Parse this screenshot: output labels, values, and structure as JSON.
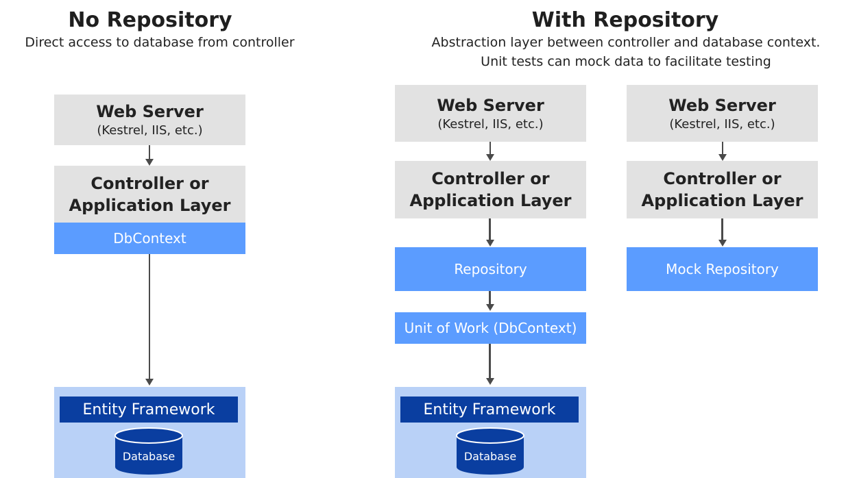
{
  "left": {
    "title": "No Repository",
    "subtitle": "Direct access to database from controller",
    "web_server": {
      "title": "Web Server",
      "subtitle": "(Kestrel, IIS, etc.)"
    },
    "controller": {
      "line1": "Controller or",
      "line2": "Application Layer"
    },
    "dbcontext": "DbContext",
    "entity_framework": "Entity Framework",
    "database": "Database"
  },
  "right": {
    "title": "With Repository",
    "subtitle_line1": "Abstraction layer between controller and database context.",
    "subtitle_line2": "Unit tests can mock data to facilitate testing",
    "col1": {
      "web_server": {
        "title": "Web Server",
        "subtitle": "(Kestrel, IIS, etc.)"
      },
      "controller": {
        "line1": "Controller or",
        "line2": "Application Layer"
      },
      "repository": "Repository",
      "unit_of_work": "Unit of Work (DbContext)",
      "entity_framework": "Entity Framework",
      "database": "Database"
    },
    "col2": {
      "web_server": {
        "title": "Web Server",
        "subtitle": "(Kestrel, IIS, etc.)"
      },
      "controller": {
        "line1": "Controller or",
        "line2": "Application Layer"
      },
      "repository": "Mock Repository"
    }
  },
  "colors": {
    "gray_box": "#e2e2e2",
    "blue_box": "#5b9cff",
    "light_blue": "#b9d1f7",
    "dark_blue": "#0a3ea0",
    "connector": "#4a4a4a"
  }
}
